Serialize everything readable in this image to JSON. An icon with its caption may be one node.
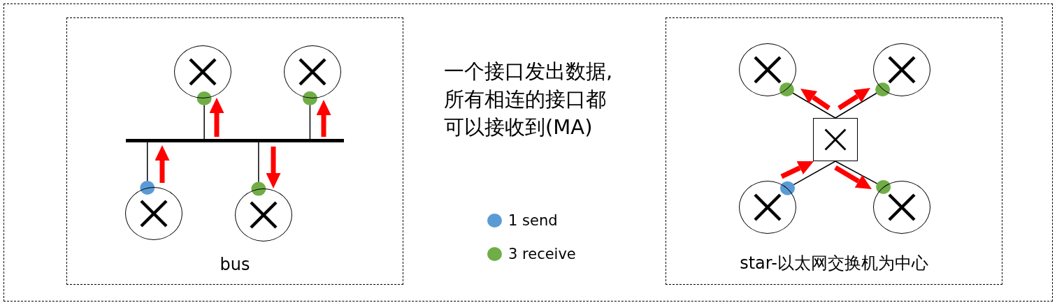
{
  "diagram": {
    "nodes": [
      {
        "text": [
          "bus"
        ]
      },
      {
        "text": [],
        "shape": "bar",
        "in": 0
      },
      {
        "text": [],
        "shape": "circle",
        "in": 0
      },
      {
        "text": [],
        "shape": "circle",
        "in": 0
      },
      {
        "text": [],
        "shape": "circle",
        "in": 0
      },
      {
        "text": [],
        "shape": "circle",
        "in": 0
      },
      {
        "text": [
          "star-以太网交换机为中心"
        ]
      },
      {
        "text": [],
        "shape": "box",
        "in": 6
      },
      {
        "text": [],
        "shape": "circle",
        "in": 6
      },
      {
        "text": [],
        "shape": "circle",
        "in": 6
      },
      {
        "text": [],
        "shape": "circle",
        "in": 6
      },
      {
        "text": [],
        "shape": "circle",
        "in": 6
      }
    ],
    "edges": [
      {
        "from": 1,
        "to": 2,
        "arrow": "none"
      },
      {
        "from": 1,
        "to": 3,
        "arrow": "none"
      },
      {
        "from": 1,
        "to": 4,
        "arrow": "none"
      },
      {
        "from": 1,
        "to": 5,
        "arrow": "none"
      },
      {
        "from": 7,
        "to": 8,
        "arrow": "none"
      },
      {
        "from": 7,
        "to": 9,
        "arrow": "none"
      },
      {
        "from": 7,
        "to": 10,
        "arrow": "none"
      },
      {
        "from": 7,
        "to": 11,
        "arrow": "none"
      },
      {
        "from": 2,
        "to": 1,
        "arrow": "to",
        "style": "thick",
        "color": "#ff0000"
      },
      {
        "from": 1,
        "to": 3,
        "arrow": "to",
        "style": "thick",
        "color": "#ff0000"
      },
      {
        "from": 1,
        "to": 4,
        "arrow": "to",
        "style": "thick",
        "color": "#ff0000"
      },
      {
        "from": 1,
        "to": 5,
        "arrow": "to",
        "style": "thick",
        "color": "#ff0000"
      },
      {
        "from": 7,
        "to": 8,
        "arrow": "to",
        "style": "thick",
        "color": "#ff0000"
      },
      {
        "from": 7,
        "to": 9,
        "arrow": "to",
        "style": "thick",
        "color": "#ff0000"
      },
      {
        "from": 10,
        "to": 7,
        "arrow": "to",
        "style": "thick",
        "color": "#ff0000"
      },
      {
        "from": 7,
        "to": 11,
        "arrow": "to",
        "style": "thick",
        "color": "#ff0000"
      }
    ],
    "labels": [
      "一个接口发出数据,所有相连的接口都可以接收到(MA)"
    ],
    "legend": [
      {
        "text": "1 send",
        "color": "#5b9bd5"
      },
      {
        "text": "3 receive",
        "color": "#70ad47"
      }
    ]
  }
}
